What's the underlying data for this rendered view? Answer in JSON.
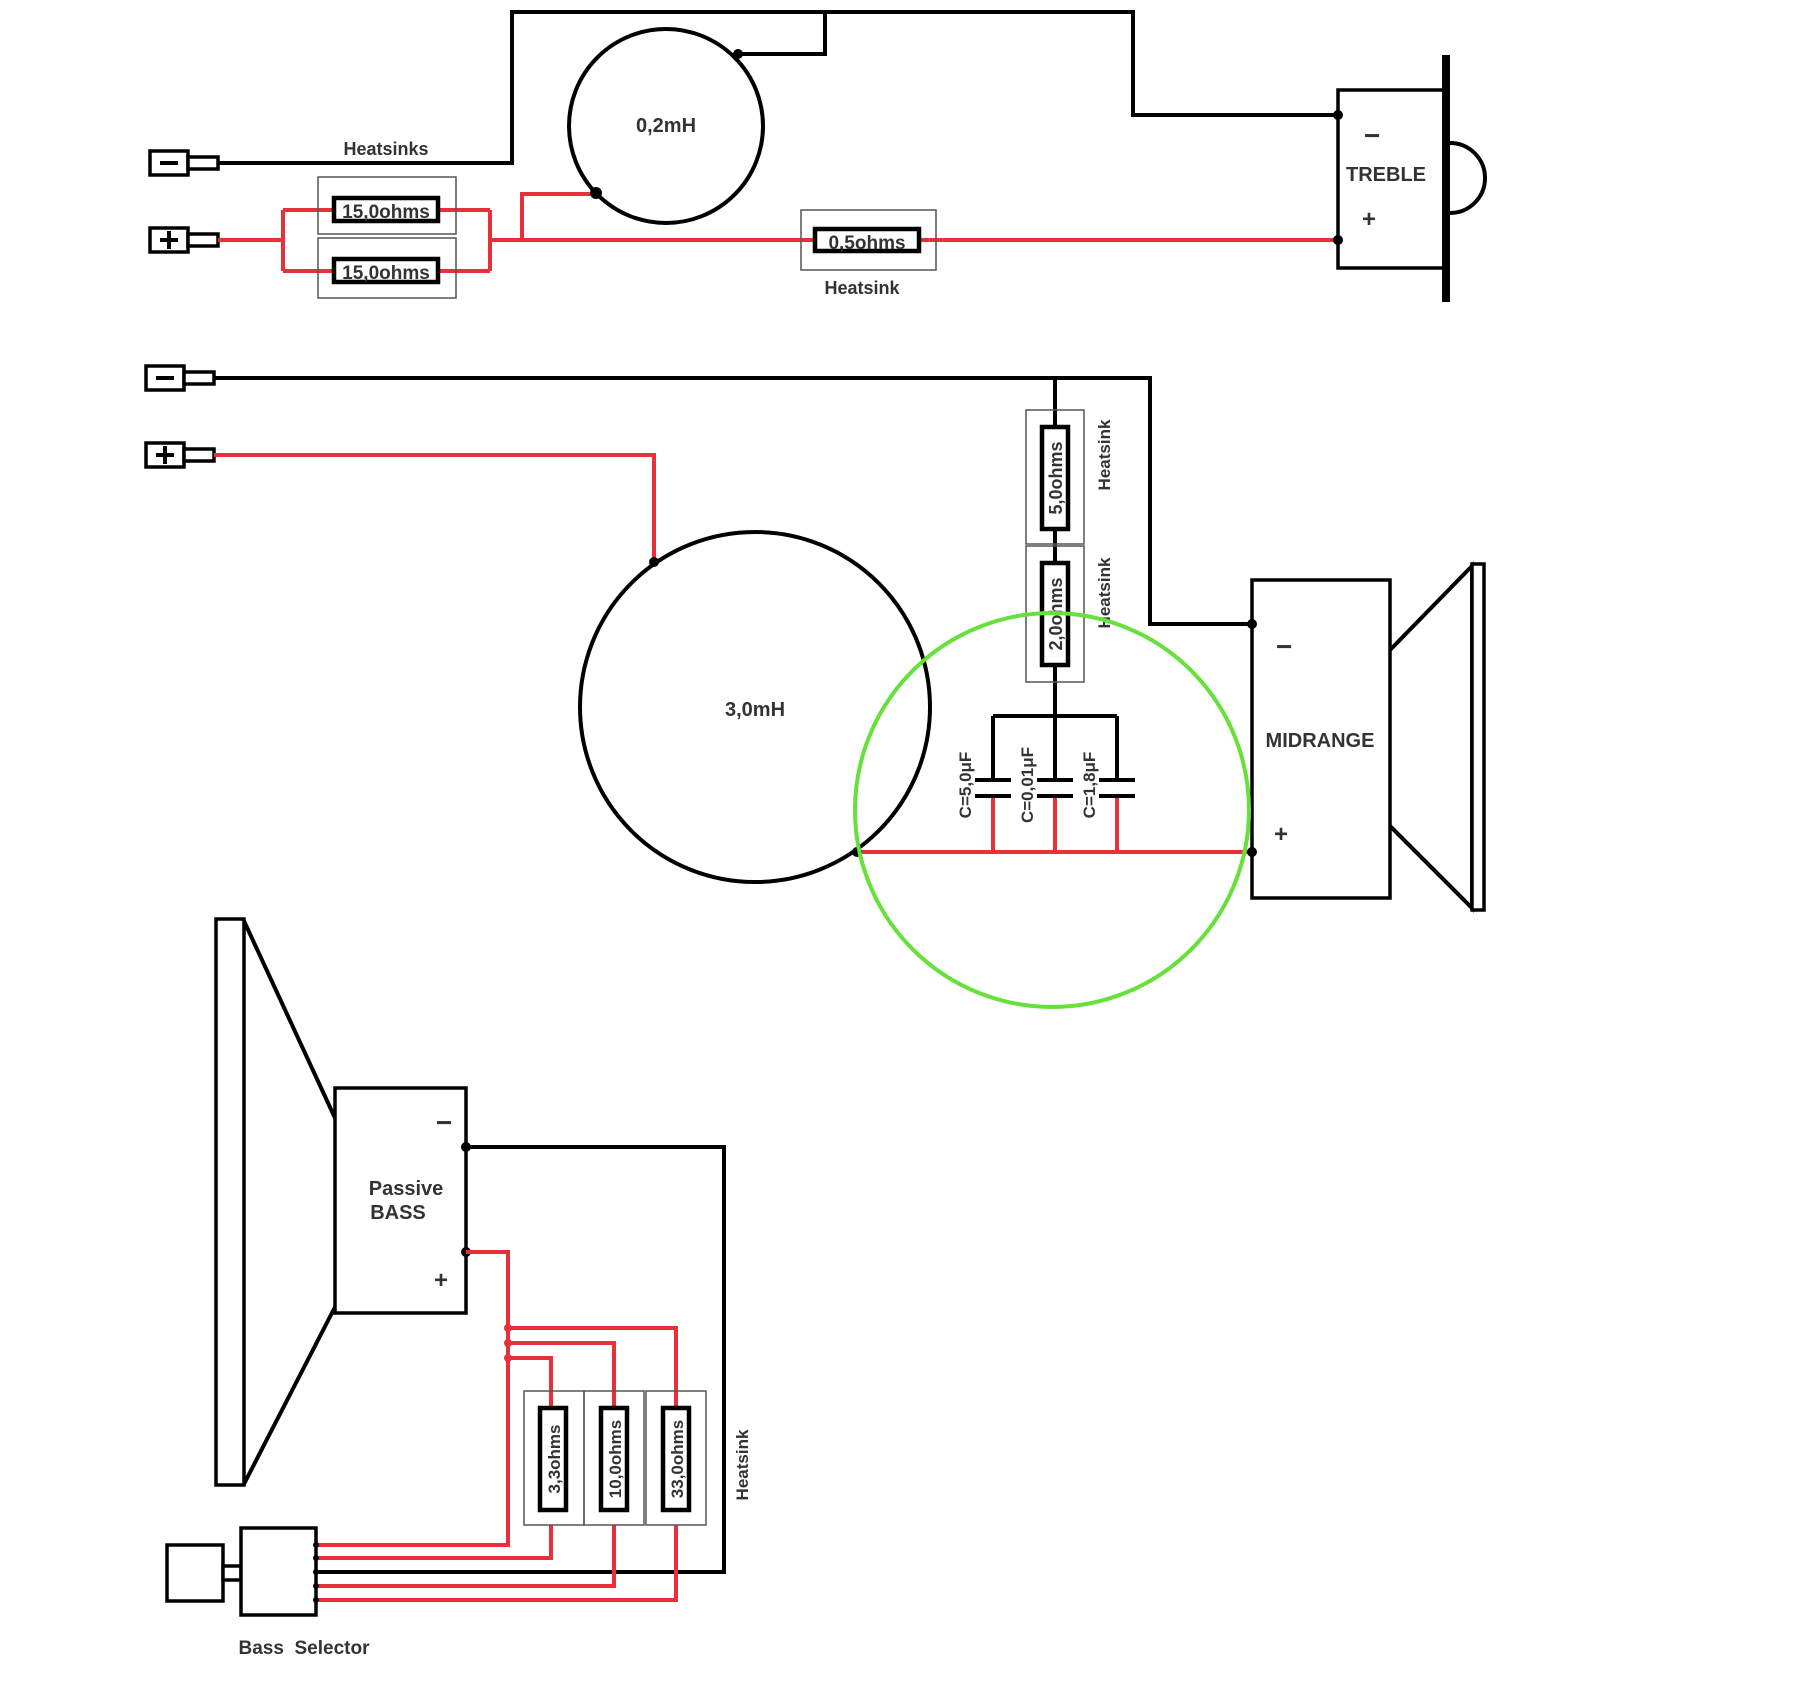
{
  "treble_section": {
    "inductor_label": "0,2mH",
    "parallel_resistors_label": "Heatsinks",
    "resistor_a_label": "15,0ohms",
    "resistor_b_label": "15,0ohms",
    "series_resistor_label": "0,5ohms",
    "series_heatsink_label": "Heatsink",
    "speaker_label": "TREBLE",
    "minus_sign": "−",
    "plus_sign": "+"
  },
  "midrange_section": {
    "inductor_label": "3,0mH",
    "resistor_top_label": "5,0ohms",
    "resistor_bottom_label": "2,0ohms",
    "heatsink_top_label": "Heatsink",
    "heatsink_bottom_label": "Heatsink",
    "capacitors": [
      "C=5,0μF",
      "C=0,01μF",
      "C=1,8μF"
    ],
    "speaker_label": "MIDRANGE",
    "minus_sign": "−",
    "plus_sign": "+",
    "highlight_color": "#66e03a"
  },
  "bass_section": {
    "speaker_label_line1": "Passive",
    "speaker_label_line2": "BASS",
    "resistors": [
      "3,3ohms",
      "10,0ohms",
      "33,0ohms"
    ],
    "heatsink_label": "Heatsink",
    "selector_label": "Bass  Selector",
    "minus_sign": "−",
    "plus_sign": "+"
  },
  "colors": {
    "positive_wire": "#e8303a",
    "negative_wire": "#000000"
  }
}
